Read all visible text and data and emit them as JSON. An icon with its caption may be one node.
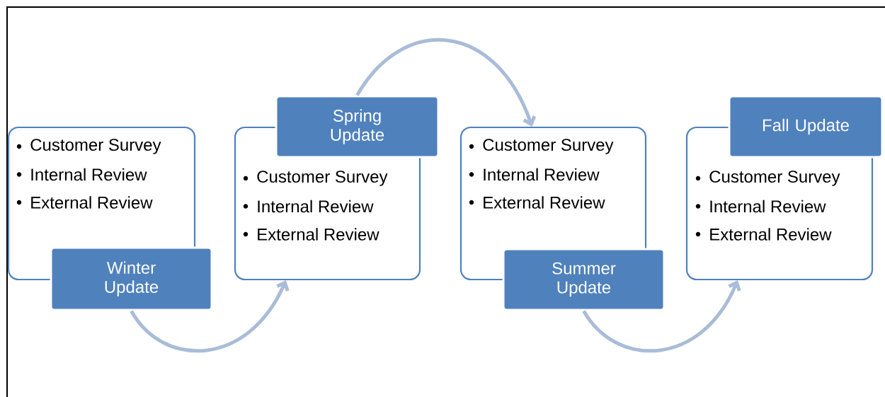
{
  "diagram": {
    "nodes": [
      {
        "text": [
          "Customer Survey",
          "Internal Review",
          "External Review"
        ]
      },
      {
        "text": [
          "Winter Update"
        ]
      },
      {
        "text": [
          "Spring Update"
        ]
      },
      {
        "text": [
          "Customer Survey",
          "Internal Review",
          "External Review"
        ]
      },
      {
        "text": [
          "Customer Survey",
          "Internal Review",
          "External Review"
        ]
      },
      {
        "text": [
          "Summer Update"
        ]
      },
      {
        "text": [
          "Fall Update"
        ]
      },
      {
        "text": [
          "Customer Survey",
          "Internal Review",
          "External Review"
        ]
      }
    ],
    "edges": [
      {
        "from": 1,
        "to": 3,
        "arrow": "to"
      },
      {
        "from": 2,
        "to": 4,
        "arrow": "to"
      },
      {
        "from": 5,
        "to": 7,
        "arrow": "to"
      }
    ]
  }
}
